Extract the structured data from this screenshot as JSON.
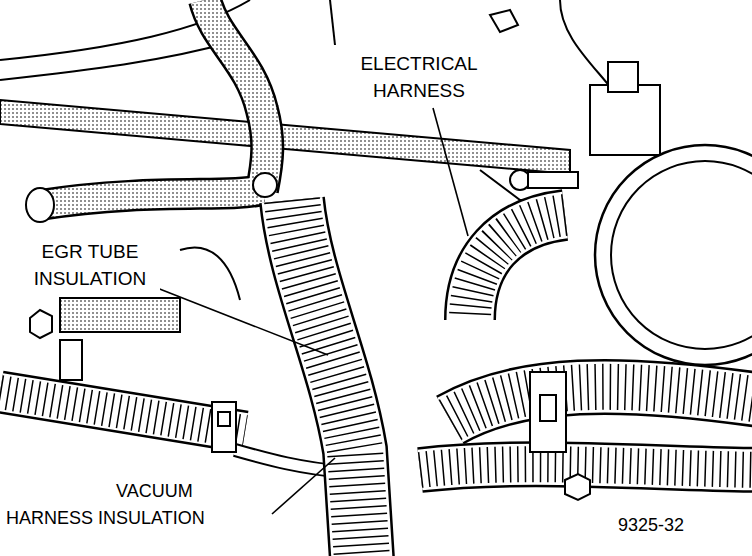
{
  "diagram": {
    "labels": [
      "ELECTRICAL HARNESS",
      "EGR TUBE INSULATION",
      "VACUUM HARNESS INSULATION",
      "9325-32"
    ]
  }
}
